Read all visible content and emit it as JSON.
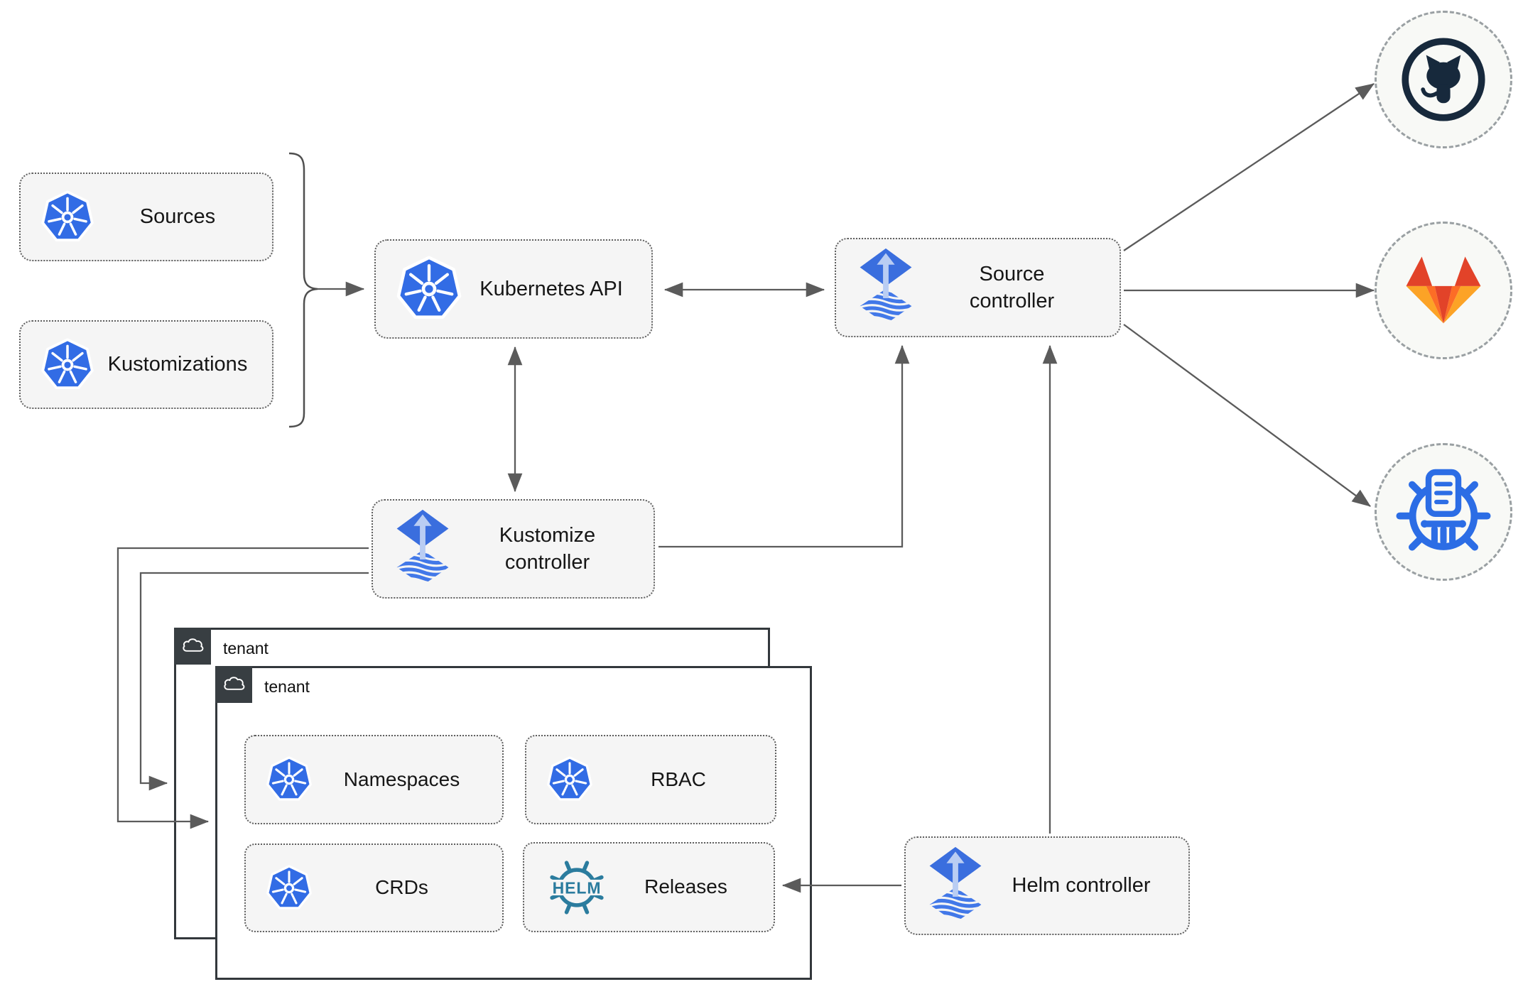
{
  "nodes": {
    "sources": {
      "label": "Sources",
      "icon": "kubernetes-icon"
    },
    "kustomizations": {
      "label": "Kustomizations",
      "icon": "kubernetes-icon"
    },
    "kubernetes_api": {
      "label": "Kubernetes API",
      "icon": "kubernetes-icon"
    },
    "source_controller": {
      "label": "Source controller",
      "icon": "flux-icon"
    },
    "kustomize_controller": {
      "label": "Kustomize controller",
      "icon": "flux-icon"
    },
    "helm_controller": {
      "label": "Helm controller",
      "icon": "flux-icon"
    },
    "namespaces": {
      "label": "Namespaces",
      "icon": "kubernetes-icon"
    },
    "rbac": {
      "label": "RBAC",
      "icon": "kubernetes-icon"
    },
    "crds": {
      "label": "CRDs",
      "icon": "kubernetes-icon"
    },
    "releases": {
      "label": "Releases",
      "icon": "helm-wheel-icon",
      "icon_text": "HELM"
    }
  },
  "tenants": {
    "back": {
      "label": "tenant",
      "icon": "cloud-icon"
    },
    "front": {
      "label": "tenant",
      "icon": "cloud-icon"
    }
  },
  "endpoints": {
    "git_hosting_1": {
      "icon": "github-icon"
    },
    "git_hosting_2": {
      "icon": "gitlab-icon"
    },
    "chart_repository": {
      "icon": "chartmuseum-icon"
    }
  },
  "colors": {
    "kubernetes_blue": "#326ce5",
    "flux_blue": "#3a6ede",
    "flux_light_blue": "#b9cdf3",
    "helm_teal": "#2b7c9e",
    "chartmuseum_blue": "#2c6de5",
    "github_dark": "#17293c",
    "gitlab_red": "#e24329",
    "gitlab_orange": "#fc6d26",
    "gitlab_light_orange": "#fca326",
    "node_background": "#f5f5f5",
    "connector_gray": "#5b5b5b",
    "tenant_header_dark": "#383e42"
  }
}
